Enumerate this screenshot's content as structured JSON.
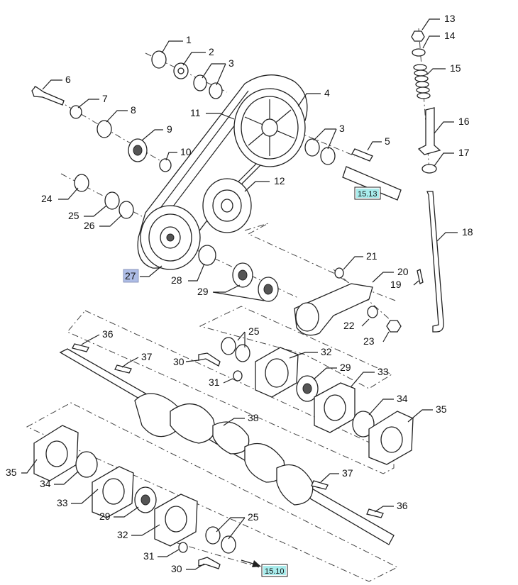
{
  "callouts": [
    {
      "id": "c1",
      "text": "1"
    },
    {
      "id": "c2",
      "text": "2"
    },
    {
      "id": "c3a",
      "text": "3"
    },
    {
      "id": "c4",
      "text": "4"
    },
    {
      "id": "c11",
      "text": "11"
    },
    {
      "id": "c3b",
      "text": "3"
    },
    {
      "id": "c5",
      "text": "5"
    },
    {
      "id": "c6",
      "text": "6"
    },
    {
      "id": "c7",
      "text": "7"
    },
    {
      "id": "c8",
      "text": "8"
    },
    {
      "id": "c9",
      "text": "9"
    },
    {
      "id": "c10",
      "text": "10"
    },
    {
      "id": "c12",
      "text": "12"
    },
    {
      "id": "c13",
      "text": "13"
    },
    {
      "id": "c14",
      "text": "14"
    },
    {
      "id": "c15",
      "text": "15"
    },
    {
      "id": "c16",
      "text": "16"
    },
    {
      "id": "c17",
      "text": "17"
    },
    {
      "id": "c18",
      "text": "18"
    },
    {
      "id": "c19",
      "text": "19"
    },
    {
      "id": "c20",
      "text": "20"
    },
    {
      "id": "c21",
      "text": "21"
    },
    {
      "id": "c22",
      "text": "22"
    },
    {
      "id": "c23",
      "text": "23"
    },
    {
      "id": "c24",
      "text": "24"
    },
    {
      "id": "c25a",
      "text": "25"
    },
    {
      "id": "c26",
      "text": "26"
    },
    {
      "id": "c28",
      "text": "28"
    },
    {
      "id": "c29a",
      "text": "29"
    },
    {
      "id": "c25b",
      "text": "25"
    },
    {
      "id": "c32a",
      "text": "32"
    },
    {
      "id": "c29b",
      "text": "29"
    },
    {
      "id": "c33a",
      "text": "33"
    },
    {
      "id": "c34a",
      "text": "34"
    },
    {
      "id": "c35a",
      "text": "35"
    },
    {
      "id": "c36a",
      "text": "36"
    },
    {
      "id": "c37a",
      "text": "37"
    },
    {
      "id": "c30a",
      "text": "30"
    },
    {
      "id": "c31a",
      "text": "31"
    },
    {
      "id": "c38",
      "text": "38"
    },
    {
      "id": "c35b",
      "text": "35"
    },
    {
      "id": "c34b",
      "text": "34"
    },
    {
      "id": "c33b",
      "text": "33"
    },
    {
      "id": "c29c",
      "text": "29"
    },
    {
      "id": "c32b",
      "text": "32"
    },
    {
      "id": "c31b",
      "text": "31"
    },
    {
      "id": "c30b",
      "text": "30"
    },
    {
      "id": "c25c",
      "text": "25"
    },
    {
      "id": "c37b",
      "text": "37"
    },
    {
      "id": "c36b",
      "text": "36"
    }
  ],
  "highlight_callout": "27",
  "refs": {
    "top": "15.13",
    "bottom": "15.10"
  },
  "colors": {
    "highlight_fill": "#aebde6",
    "ref_fill": "#a8ecec",
    "line": "#222222"
  }
}
